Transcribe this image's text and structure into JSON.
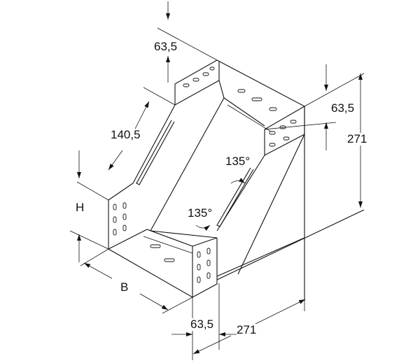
{
  "drawing": {
    "dimensions": {
      "top_width": "63,5",
      "right_width": "63,5",
      "right_height": "271",
      "slope_length": "140,5",
      "angle_upper": "135°",
      "angle_lower": "135°",
      "height_label": "H",
      "width_label": "B",
      "bottom_width": "63,5",
      "bottom_length": "271"
    },
    "colors": {
      "line": "#111111",
      "background": "#ffffff"
    }
  }
}
